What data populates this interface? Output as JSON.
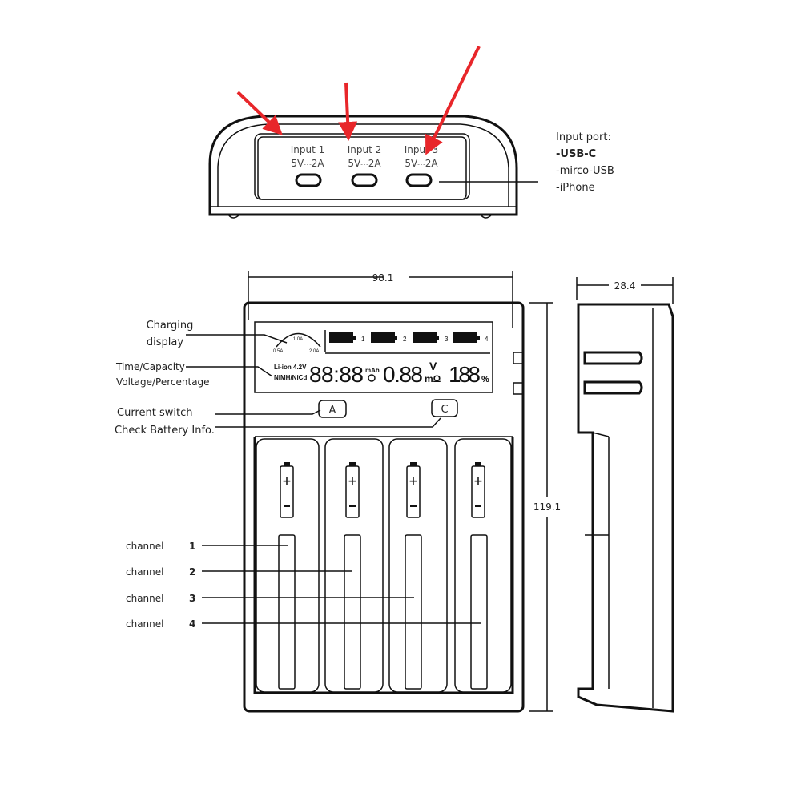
{
  "top_view": {
    "ports": [
      {
        "name": "Input 1",
        "rating": "5V⎓2A"
      },
      {
        "name": "Input 2",
        "rating": "5V⎓2A"
      },
      {
        "name": "Input 3",
        "rating": "5V⎓2A"
      }
    ],
    "input_port_title": "Input port:",
    "input_port_types": [
      "-USB-C",
      "-mirco-USB",
      "-iPhone"
    ],
    "arrow_color": "#e8262a"
  },
  "front_view": {
    "width_dim": "98.1",
    "height_dim": "119.1",
    "callouts": {
      "charging_display": [
        "Charging",
        "display"
      ],
      "time_capacity": "Time/Capacity",
      "voltage_percentage": "Voltage/Percentage",
      "current_switch": "Current  switch",
      "check_battery": "Check Battery Info."
    },
    "lcd": {
      "gauge_top": "1.0A",
      "gauge_left": "0.5A",
      "gauge_right": "2.0A",
      "chem_1": "Li-ion 4.2V",
      "chem_2": "NiMH/NiCd",
      "time": "88:88",
      "mah": "mAh",
      "voltage": "0.88",
      "v_unit": "V",
      "mohm": "mΩ",
      "percent": "188",
      "pct_unit": "%",
      "slots": [
        "1",
        "2",
        "3",
        "4"
      ]
    },
    "buttons": {
      "a": "A",
      "c": "C"
    },
    "channels": [
      {
        "label": "channel",
        "num": "1"
      },
      {
        "label": "channel",
        "num": "2"
      },
      {
        "label": "channel",
        "num": "3"
      },
      {
        "label": "channel",
        "num": "4"
      }
    ]
  },
  "side_view": {
    "depth_dim": "28.4"
  }
}
